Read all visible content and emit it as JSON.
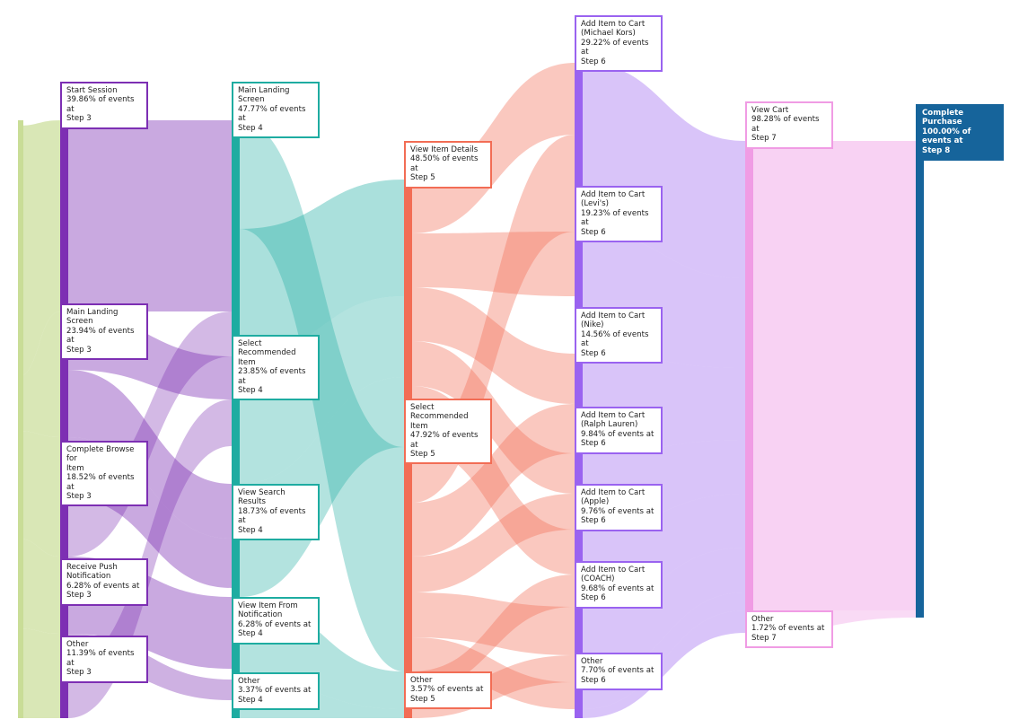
{
  "columns": [
    {
      "color": "#7d2fb3",
      "nodes": [
        {
          "name": "Start Session",
          "pct": "39.86% of events at",
          "step": "Step 3"
        },
        {
          "name": "Main Landing Screen",
          "pct": "23.94% of events at",
          "step": "Step 3"
        },
        {
          "name": "Complete Browse for\nItem",
          "pct": "18.52% of events at",
          "step": "Step 3"
        },
        {
          "name": "Receive Push\nNotification",
          "pct": "6.28% of events at",
          "step": "Step 3"
        },
        {
          "name": "Other",
          "pct": "11.39% of events at",
          "step": "Step 3"
        }
      ]
    },
    {
      "color": "#1eaca1",
      "nodes": [
        {
          "name": "Main Landing Screen",
          "pct": "47.77% of events at",
          "step": "Step 4"
        },
        {
          "name": "Select\nRecommended Item",
          "pct": "23.85% of events at",
          "step": "Step 4"
        },
        {
          "name": "View Search Results",
          "pct": "18.73% of events at",
          "step": "Step 4"
        },
        {
          "name": "View Item From\nNotification",
          "pct": "6.28% of events at",
          "step": "Step 4"
        },
        {
          "name": "Other",
          "pct": "3.37% of events at",
          "step": "Step 4"
        }
      ]
    },
    {
      "color": "#f26d55",
      "nodes": [
        {
          "name": "View Item Details",
          "pct": "48.50% of events at",
          "step": "Step 5"
        },
        {
          "name": "Select\nRecommended Item",
          "pct": "47.92% of events at",
          "step": "Step 5"
        },
        {
          "name": "Other",
          "pct": "3.57% of events at",
          "step": "Step 5"
        }
      ]
    },
    {
      "color": "#9a63f0",
      "nodes": [
        {
          "name": "Add Item to Cart\n(Michael Kors)",
          "pct": "29.22% of events at",
          "step": "Step 6"
        },
        {
          "name": "Add Item to Cart\n(Levi's)",
          "pct": "19.23% of events at",
          "step": "Step 6"
        },
        {
          "name": "Add Item to Cart\n(Nike)",
          "pct": "14.56% of events at",
          "step": "Step 6"
        },
        {
          "name": "Add Item to Cart\n(Ralph Lauren)",
          "pct": "9.84% of events at",
          "step": "Step 6"
        },
        {
          "name": "Add Item to Cart\n(Apple)",
          "pct": "9.76% of events at",
          "step": "Step 6"
        },
        {
          "name": "Add Item to Cart\n(COACH)",
          "pct": "9.68% of events at",
          "step": "Step 6"
        },
        {
          "name": "Other",
          "pct": "7.70% of events at",
          "step": "Step 6"
        }
      ]
    },
    {
      "color": "#f09ce4",
      "nodes": [
        {
          "name": "View Cart",
          "pct": "98.28% of events at",
          "step": "Step 7"
        },
        {
          "name": "Other",
          "pct": "1.72% of events at",
          "step": "Step 7"
        }
      ]
    },
    {
      "color": "#16649b",
      "nodes": [
        {
          "name": "Complete Purchase",
          "pct": "100.00% of events at",
          "step": "Step 8"
        }
      ]
    }
  ],
  "source_color": "#c9dd97"
}
